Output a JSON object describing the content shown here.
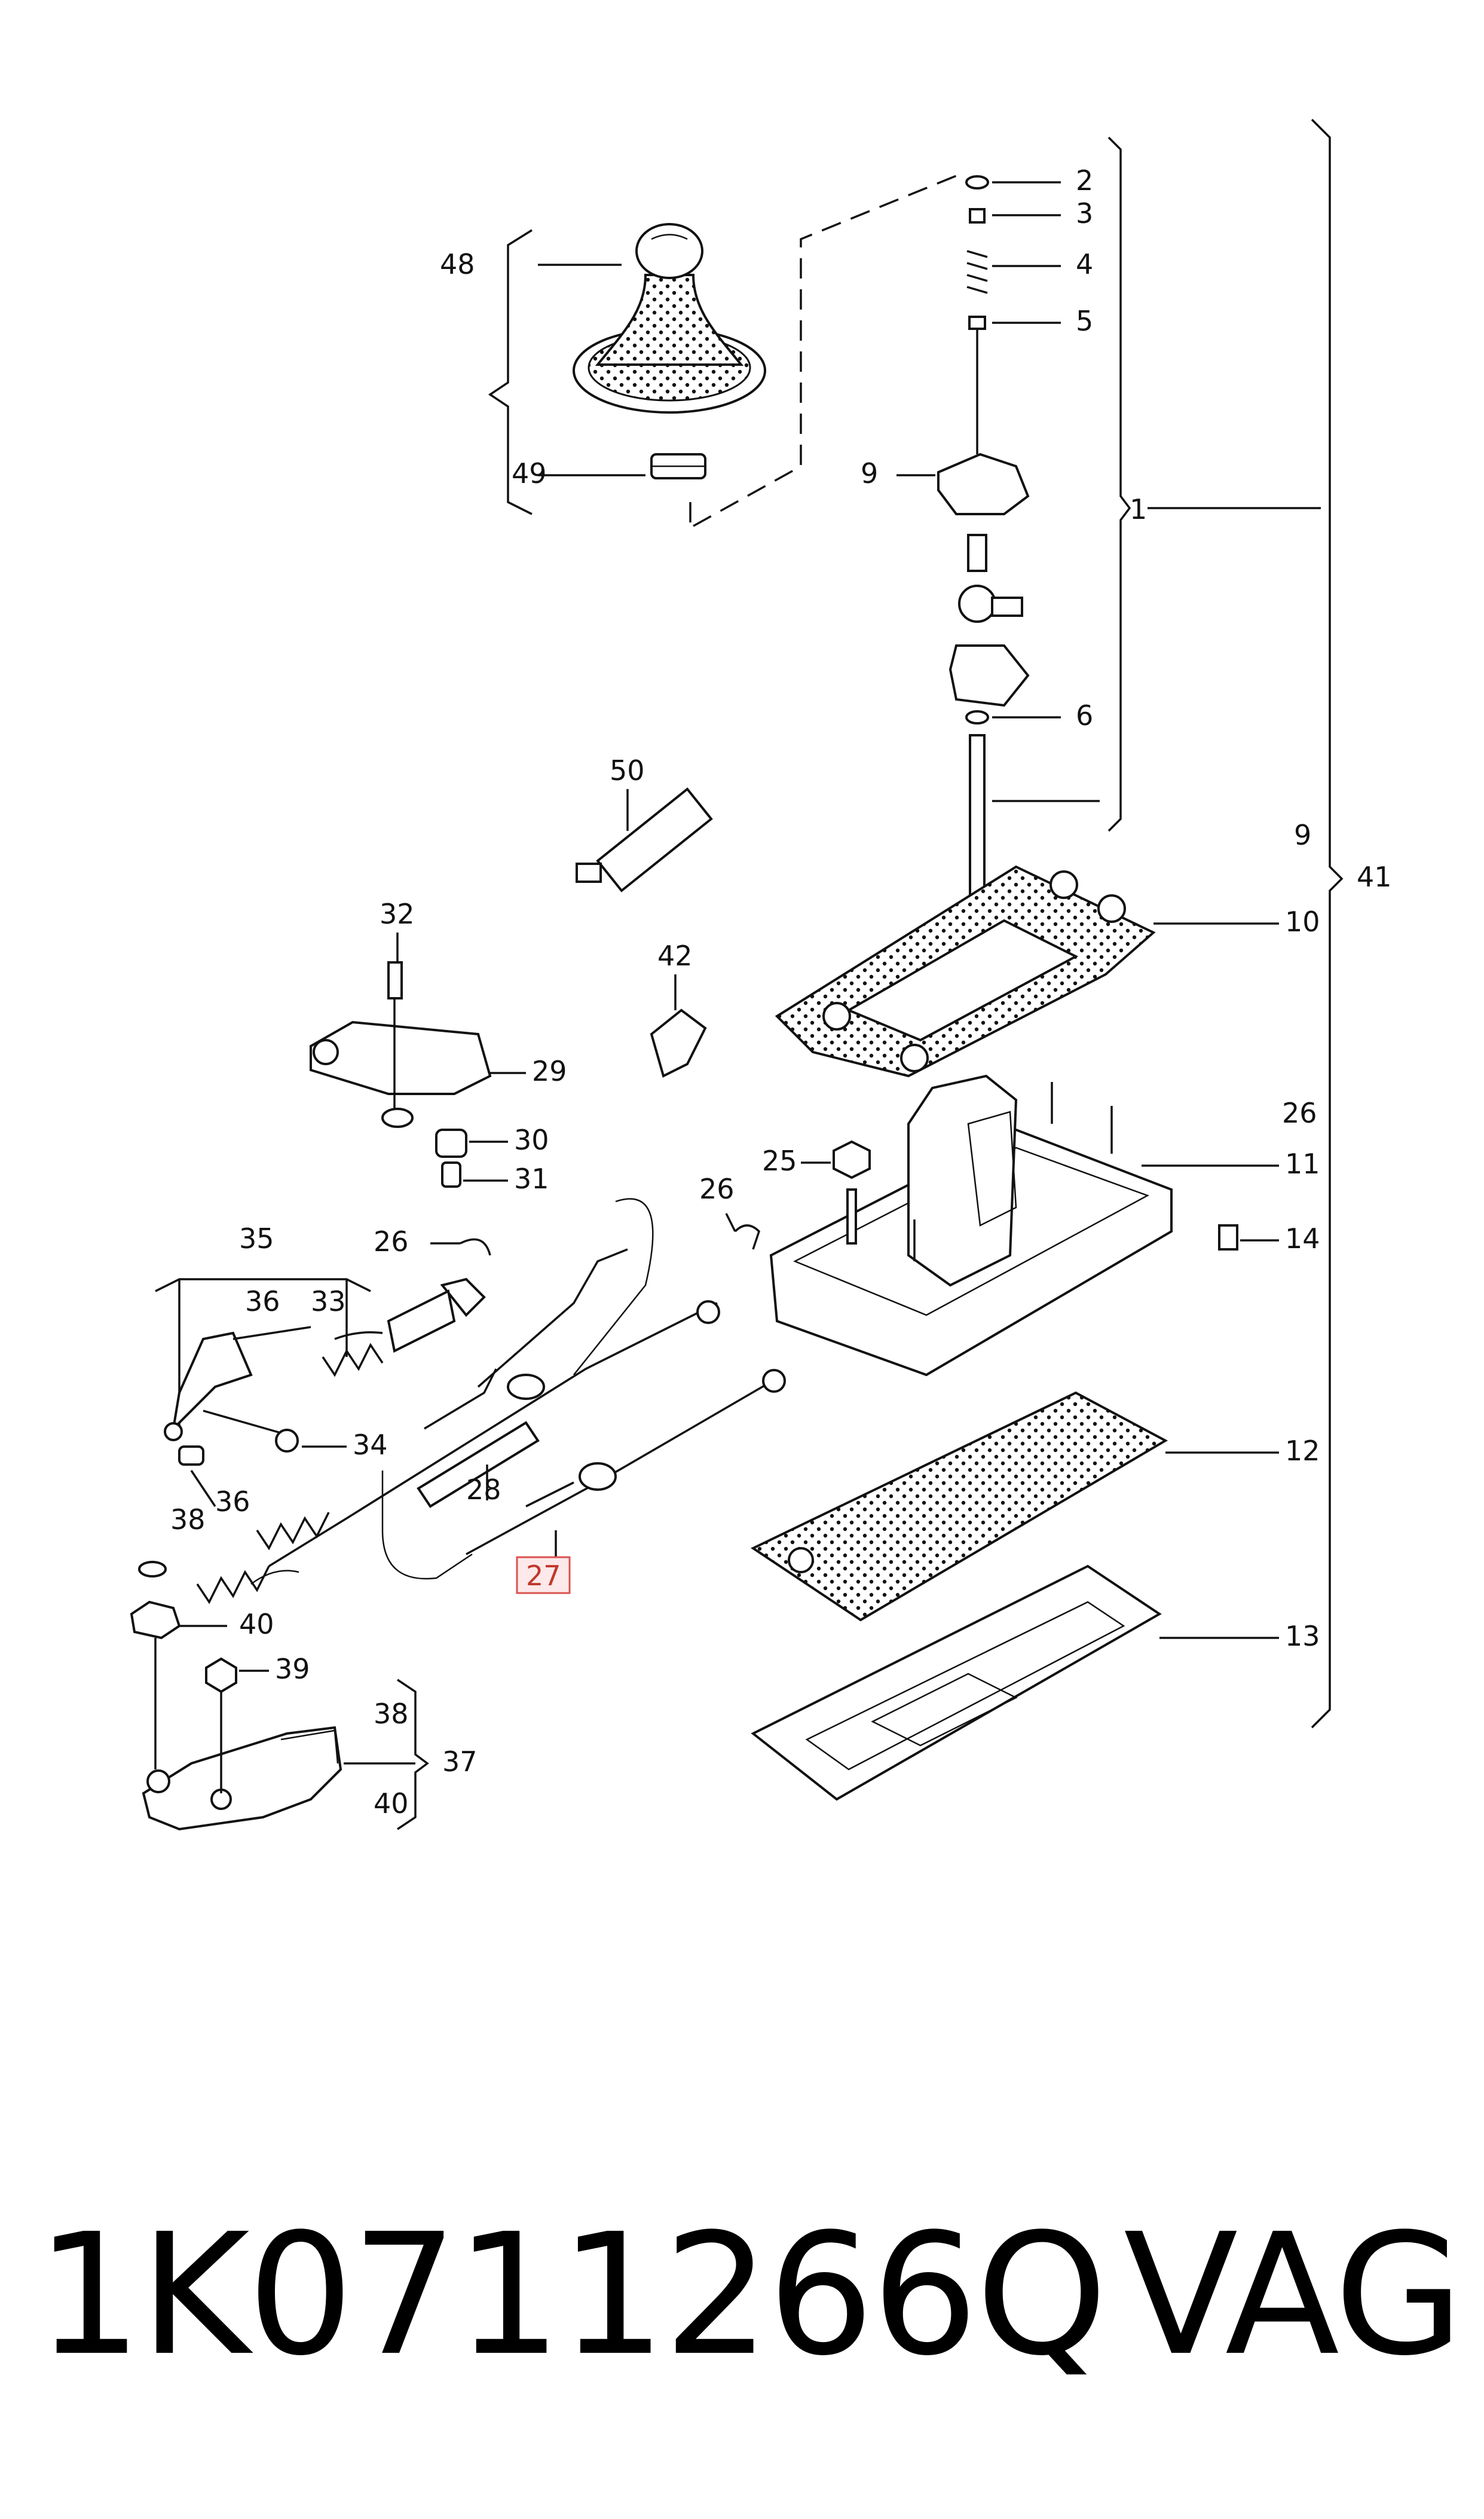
{
  "callouts": {
    "c1": "1",
    "c2": "2",
    "c3": "3",
    "c4": "4",
    "c5": "5",
    "c6": "6",
    "c9a": "9",
    "c9b": "9",
    "c10": "10",
    "c11": "11",
    "c12": "12",
    "c13": "13",
    "c14": "14",
    "c25": "25",
    "c26a": "26",
    "c26b": "26",
    "c26c": "26",
    "c27": "27",
    "c28": "28",
    "c29": "29",
    "c30": "30",
    "c31": "31",
    "c32": "32",
    "c33": "33",
    "c34": "34",
    "c35": "35",
    "c36a": "36",
    "c36b": "36",
    "c37": "37",
    "c38a": "38",
    "c38b": "38",
    "c39": "39",
    "c40a": "40",
    "c40b": "40",
    "c41": "41",
    "c42": "42",
    "c48": "48",
    "c49": "49",
    "c50": "50"
  },
  "highlighted_part": "27",
  "highlight_color": "#d9534f",
  "footer": {
    "part_number": "1K0711266Q",
    "brand": "VAG"
  }
}
